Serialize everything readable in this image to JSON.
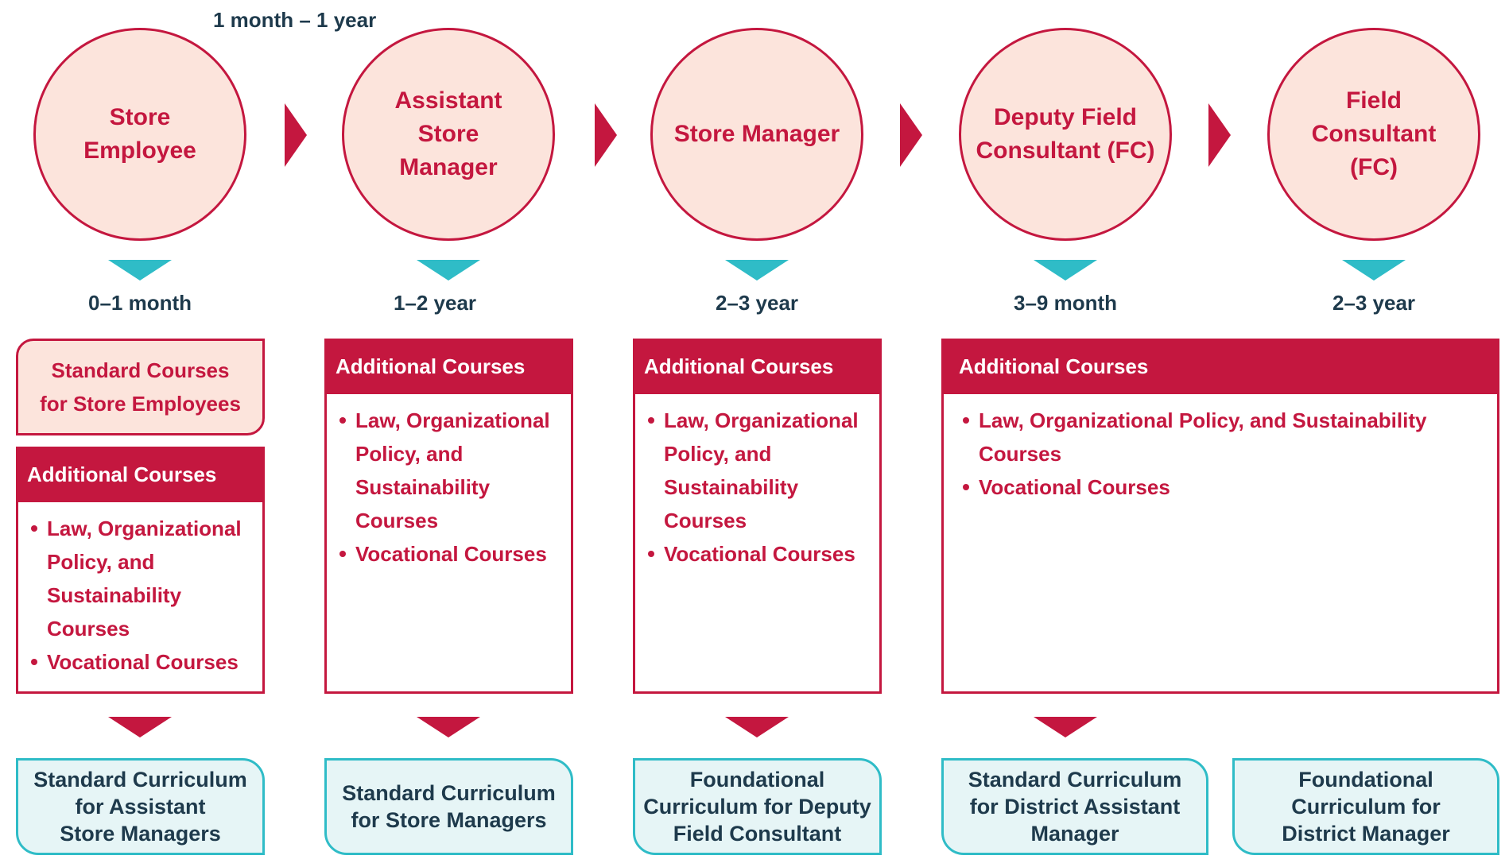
{
  "top_duration": "1 month – 1 year",
  "stages": [
    {
      "title": "Store Employee",
      "duration": "0–1 month"
    },
    {
      "title": "Assistant\nStore\nManager",
      "duration": "1–2 year"
    },
    {
      "title": "Store Manager",
      "duration": "2–3 year"
    },
    {
      "title": "Deputy Field\nConsultant (FC)",
      "duration": "3–9 month"
    },
    {
      "title": "Field\nConsultant\n(FC)",
      "duration": "2–3 year"
    }
  ],
  "standard_courses_box": "Standard Courses\nfor Store Employees",
  "additional_courses": [
    {
      "header": "Additional Courses",
      "items": [
        "Law, Organizational Policy, and Sustainability Courses",
        "Vocational Courses"
      ]
    },
    {
      "header": "Additional Courses",
      "items": [
        "Law, Organizational Policy, and Sustainability Courses",
        "Vocational Courses"
      ]
    },
    {
      "header": "Additional Courses",
      "items": [
        "Law, Organizational Policy, and Sustainability Courses",
        "Vocational Courses"
      ]
    },
    {
      "header": "Additional Courses",
      "items": [
        "Law, Organizational Policy, and Sustainability Courses",
        "Vocational Courses"
      ]
    }
  ],
  "curricula": [
    "Standard Curriculum\nfor Assistant\nStore Managers",
    "Standard Curriculum\nfor Store Managers",
    "Foundational\nCurriculum for Deputy\nField Consultant",
    "Standard Curriculum\nfor District Assistant\nManager",
    "Foundational\nCurriculum for\nDistrict Manager"
  ],
  "colors": {
    "accent_red": "#c4173f",
    "circle_fill": "#fce4dc",
    "teal": "#2fbcc7",
    "curriculum_fill": "#e6f5f6",
    "dark_text": "#1e3a4c"
  }
}
